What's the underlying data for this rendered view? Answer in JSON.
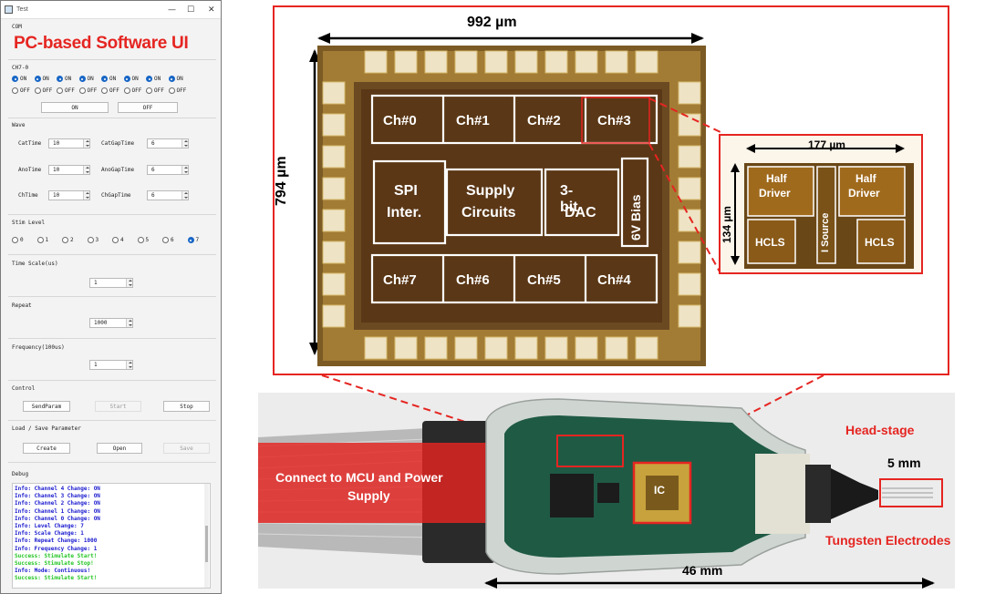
{
  "window": {
    "title": "Test",
    "controls": [
      "—",
      "☐",
      "✕"
    ],
    "com_label": "COM",
    "heading": "PC-based Software UI",
    "ch_group_label": "CH7-0",
    "on_label": "ON",
    "off_label": "OFF",
    "ch_states": [
      true,
      true,
      true,
      true,
      true,
      true,
      true,
      true
    ],
    "all_on_button": "ON",
    "all_off_button": "OFF",
    "wave_label": "Wave",
    "wave_fields": [
      {
        "label": "CatTime",
        "value": "10"
      },
      {
        "label": "CatGapTime",
        "value": "6"
      },
      {
        "label": "AnoTime",
        "value": "10"
      },
      {
        "label": "AnoGapTime",
        "value": "6"
      },
      {
        "label": "ChTime",
        "value": "10"
      },
      {
        "label": "ChGapTime",
        "value": "6"
      }
    ],
    "stim_level_label": "Stim Level",
    "stim_levels": [
      "0",
      "1",
      "2",
      "3",
      "4",
      "5",
      "6",
      "7"
    ],
    "stim_selected": 7,
    "time_scale_label": "Time Scale(us)",
    "time_scale_value": "1",
    "repeat_label": "Repeat",
    "repeat_value": "1000",
    "frequency_label": "Frequency(100us)",
    "frequency_value": "1",
    "control_label": "Control",
    "sendparam_button": "SendParam",
    "start_button": "Start",
    "stop_button": "Stop",
    "load_save_label": "Load / Save Parameter",
    "create_button": "Create",
    "open_button": "Open",
    "save_button": "Save",
    "debug_label": "Debug",
    "debug_lines": [
      {
        "text": "Info: Channel 4 Change: ON",
        "color": "#1a1acf"
      },
      {
        "text": "Info: Channel 3 Change: ON",
        "color": "#1a1acf"
      },
      {
        "text": "Info: Channel 2 Change: ON",
        "color": "#1a1acf"
      },
      {
        "text": "Info: Channel 1 Change: ON",
        "color": "#1a1acf"
      },
      {
        "text": "Info: Channel 0 Change: ON",
        "color": "#1a1acf"
      },
      {
        "text": "Info: Level Change: 7",
        "color": "#1a1acf"
      },
      {
        "text": "Info: Scale Change: 1",
        "color": "#1a1acf"
      },
      {
        "text": "Info: Repeat Change: 1000",
        "color": "#1a1acf"
      },
      {
        "text": "Info: Frequency Change: 1",
        "color": "#1a1acf"
      },
      {
        "text": "Success: Stimulate Start!",
        "color": "#21c521"
      },
      {
        "text": "Success: Stimulate Stop!",
        "color": "#21c521"
      },
      {
        "text": "Info: Mode: Continuous!",
        "color": "#1a1acf"
      },
      {
        "text": "Success: Stimulate Start!",
        "color": "#21c521"
      }
    ]
  },
  "die": {
    "width_label": "992 µm",
    "height_label": "794 µm",
    "top_channels": [
      "Ch#0",
      "Ch#1",
      "Ch#2",
      "Ch#3"
    ],
    "bottom_channels": [
      "Ch#7",
      "Ch#6",
      "Ch#5",
      "Ch#4"
    ],
    "spi": [
      "SPI",
      "Inter."
    ],
    "supply": [
      "Supply",
      "Circuits"
    ],
    "dac": [
      "3-bit",
      "DAC"
    ],
    "bias": "6V Bias"
  },
  "zoom": {
    "width_label": "177 µm",
    "height_label": "134 µm",
    "half_driver_left": [
      "Half",
      "Driver"
    ],
    "half_driver_right": [
      "Half",
      "Driver"
    ],
    "i_source": "I Source",
    "hcls_left": "HCLS",
    "hcls_right": "HCLS"
  },
  "board": {
    "connect_label": [
      "Connect to MCU and Power",
      "Supply"
    ],
    "ic_label": "IC",
    "headstage_label": "Head-stage",
    "electrode_size": "5 mm",
    "electrode_label": "Tungsten Electrodes",
    "length_label": "46 mm"
  },
  "colors": {
    "accent_red": "#e52521",
    "die_brown": "#5a3716",
    "die_gold": "#b58a2e"
  }
}
